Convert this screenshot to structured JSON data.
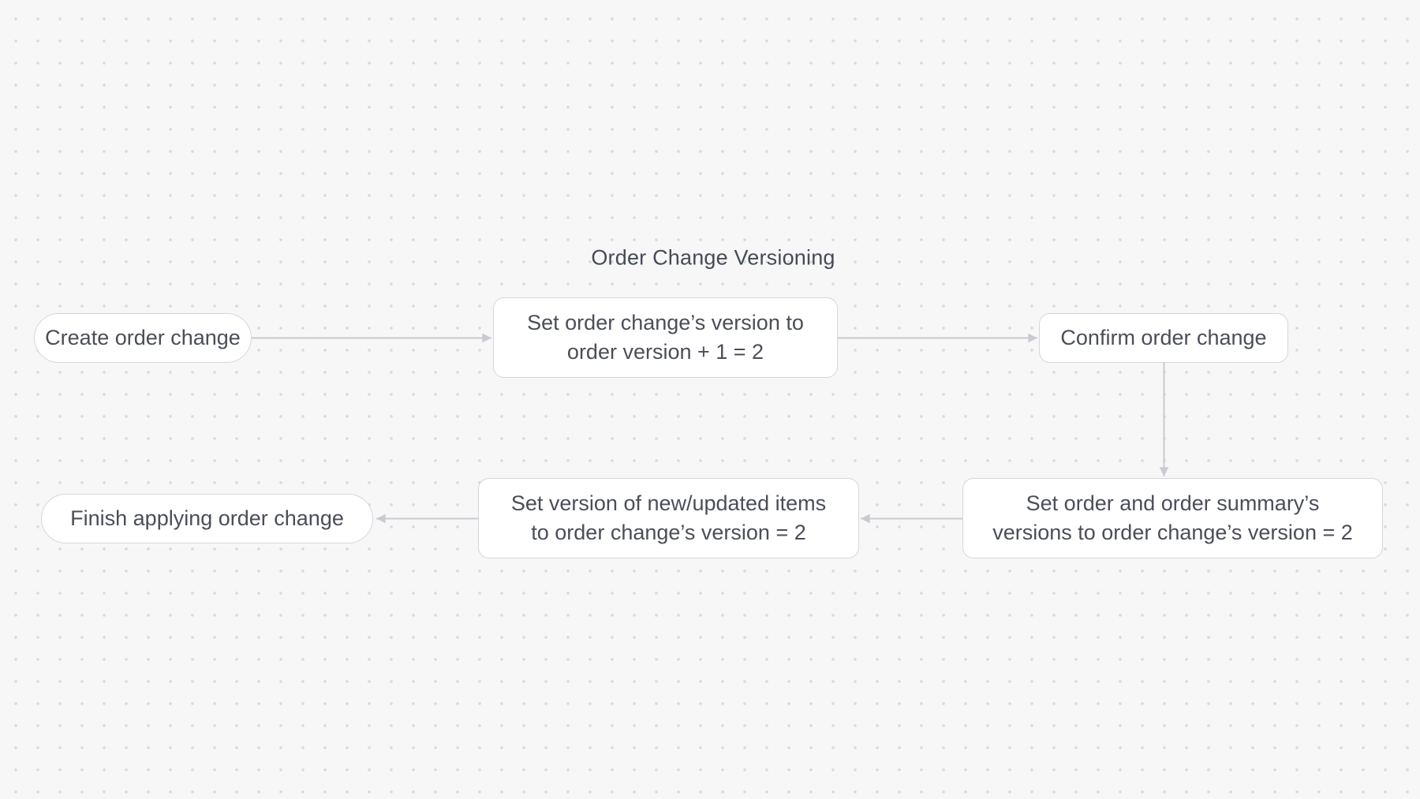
{
  "diagram": {
    "title": "Order Change Versioning",
    "nodes": [
      {
        "id": "create-order-change",
        "shape": "stadium",
        "lines": [
          "Create order change"
        ]
      },
      {
        "id": "set-order-change-version",
        "shape": "rect",
        "lines": [
          "Set order change’s version to",
          "order version + 1 = 2"
        ]
      },
      {
        "id": "confirm-order-change",
        "shape": "rect",
        "lines": [
          "Confirm order change"
        ]
      },
      {
        "id": "set-order-summary-versions",
        "shape": "rect",
        "lines": [
          "Set order and order summary’s",
          "versions to order change’s version = 2"
        ]
      },
      {
        "id": "set-item-versions",
        "shape": "rect",
        "lines": [
          "Set version of new/updated items",
          "to order change’s version = 2"
        ]
      },
      {
        "id": "finish-applying-order-change",
        "shape": "stadium",
        "lines": [
          "Finish applying order change"
        ]
      }
    ],
    "edges": [
      {
        "from": "create-order-change",
        "to": "set-order-change-version",
        "direction": "right"
      },
      {
        "from": "set-order-change-version",
        "to": "confirm-order-change",
        "direction": "right"
      },
      {
        "from": "confirm-order-change",
        "to": "set-order-summary-versions",
        "direction": "down"
      },
      {
        "from": "set-order-summary-versions",
        "to": "set-item-versions",
        "direction": "left"
      },
      {
        "from": "set-item-versions",
        "to": "finish-applying-order-change",
        "direction": "left"
      }
    ],
    "colors": {
      "background": "#f7f7f8",
      "grid_dot": "#dbdbdf",
      "node_fill": "#ffffff",
      "node_border": "#d5d6db",
      "node_text": "#4b4e58",
      "edge": "#cacbd1"
    }
  }
}
